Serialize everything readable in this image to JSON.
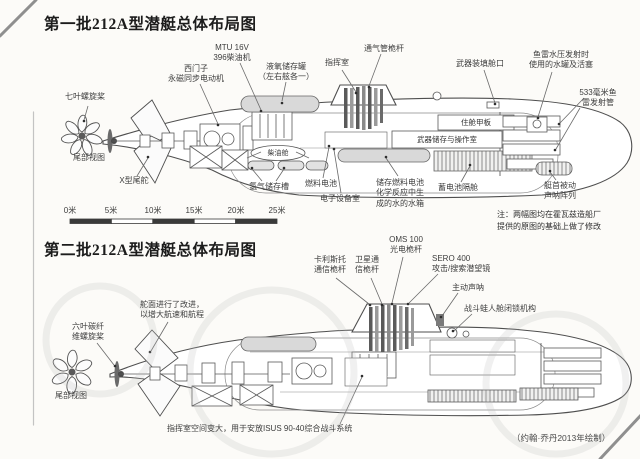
{
  "header": {
    "title1": "第一批212A型潜艇总体布局图",
    "title2": "第二批212A型潜艇总体布局图"
  },
  "note": "注：两幅图均在霍瓦兹造船厂\n提供的原图的基础上做了修改",
  "credit": "（约翰·乔丹2013年绘制）",
  "scale": {
    "ticks": [
      "0米",
      "5米",
      "10米",
      "15米",
      "20米",
      "25米"
    ]
  },
  "sub1": {
    "labels": {
      "propeller": "七叶螺旋桨",
      "stern_view": "尾部视图",
      "x_rudder": "X型尾舵",
      "siemens": "西门子\n永磁同步电动机",
      "mtu": "MTU 16V\n396柴油机",
      "lox_tank": "液氧储存罐\n（左右舷各一）",
      "command_room": "指挥室",
      "snorkel_mast": "通气管桅杆",
      "weapons_hatch": "武器装填舱口",
      "torpedo_water": "鱼雷水压发射时\n使用的水罐及活塞",
      "torpedo_tubes": "533毫米鱼\n雷发射管",
      "bow_sonar": "艇首被动\n声呐阵列",
      "accommodation_deck": "住舱甲板",
      "weapons_room": "武器储存与操作室",
      "water_tank": "储存燃料电池\n化学反应中生\n成的水的水箱",
      "battery": "蓄电池隔舱",
      "electronics": "电子设备室",
      "fuel_cell": "燃料电池",
      "hydrogen": "氢气储存槽",
      "diesel_tank": "柴油舱"
    }
  },
  "sub2": {
    "labels": {
      "rudder_note": "舵面进行了改进，\n以增大航速和航程",
      "propeller": "六叶碳纤\n维螺旋桨",
      "stern_view": "尾部视图",
      "callisto_mast": "卡利斯托\n通信桅杆",
      "satcom_mast": "卫星通\n信桅杆",
      "oms_mast": "OMS 100\n光电桅杆",
      "sero_periscope": "SERO 400\n攻击/搜索潜望镜",
      "active_sonar": "主动声呐",
      "frogman_lock": "战斗蛙人舱闭锁机构",
      "command_isus": "指挥室空间变大，用于安放ISUS 90-40综合战斗系统"
    }
  }
}
